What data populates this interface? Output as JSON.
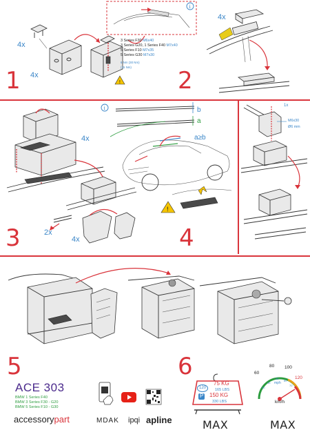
{
  "steps": [
    "1",
    "2",
    "3",
    "4",
    "5",
    "6"
  ],
  "quantities": {
    "s1_bracket": "4x",
    "s1_plate": "4x",
    "s2_part": "4x",
    "s3_part": "4x",
    "s3_rod": "2x",
    "s3_foot": "4x"
  },
  "step1_specs": [
    {
      "label": "3 Series F30",
      "spec": "M6x40"
    },
    {
      "label": "3 Series G20, 1 Series F40",
      "spec": "M7x40"
    },
    {
      "label": "5 Series F10",
      "spec": "M7x35"
    },
    {
      "label": "5 Series G30",
      "spec": "M7x30"
    }
  ],
  "step1_torque": [
    "6 Nm (30 Nm)",
    "(15 Nm)"
  ],
  "step4_labels": {
    "b": "b",
    "a": "a",
    "rule": "a≥b"
  },
  "step4_detail": {
    "dim": "1x",
    "bolt": "M6x30",
    "bolt2": "Ø6 mm"
  },
  "product": {
    "code": "ACE 303",
    "models": [
      "BMW 1 Series F40",
      "BMW 3 Series F30 - G20",
      "BMW 5 Series F10 - G30"
    ],
    "brand_main": "accessory",
    "brand_accent": "part",
    "logos": [
      "MDAK",
      "ipqi",
      "apline"
    ]
  },
  "load": {
    "title": "MAX",
    "roof_kg": "75 KG",
    "roof_lbs": "165 LBS",
    "roof_badge": "120",
    "park_kg": "150 KG",
    "park_lbs": "330 LBS",
    "park_badge": "P"
  },
  "speed": {
    "title": "MAX",
    "ticks": [
      "60",
      "80",
      "100",
      "120"
    ],
    "unit": "km/h",
    "mph": "mph",
    "mph_ticks": [
      "30",
      "40",
      "50",
      "60",
      "70"
    ]
  },
  "colors": {
    "accent": "#d9343b",
    "blue": "#3a86c8",
    "green": "#2c9c3e",
    "purple": "#4b2a8c"
  }
}
